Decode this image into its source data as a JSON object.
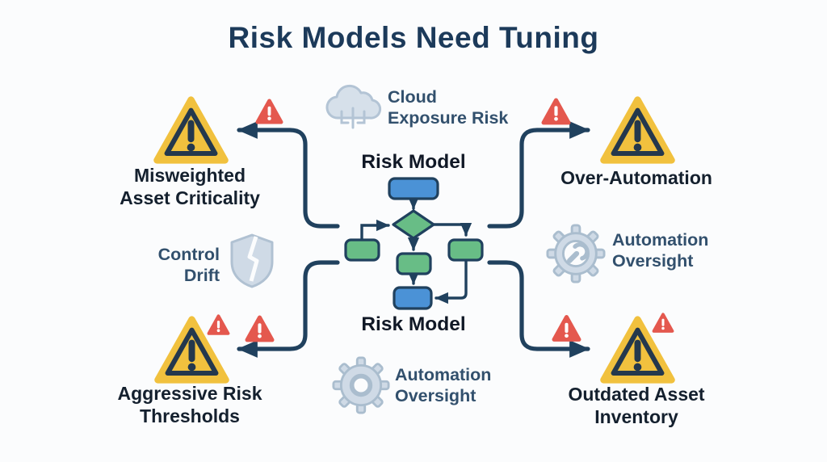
{
  "title": "Risk Models Need Tuning",
  "flowchart": {
    "top_label": "Risk Model",
    "bottom_label": "Risk Model"
  },
  "risks": {
    "top_left": "Misweighted\nAsset Criticality",
    "top_right": "Over-Automation",
    "bottom_left": "Aggressive Risk\nThresholds",
    "bottom_right": "Outdated Asset\nInventory"
  },
  "annotations": {
    "cloud": "Cloud\nExposure Risk",
    "control_drift": "Control\nDrift",
    "automation_oversight_right": "Automation\nOversight",
    "automation_oversight_bottom": "Automation\nOversight"
  },
  "colors": {
    "background": "#fbfcfd",
    "title": "#1c3a5a",
    "connector": "#20415e",
    "node_blue": "#4b92d6",
    "node_green": "#68bd86",
    "warning_yellow": "#f1c13e",
    "warning_border": "#24384d",
    "alert_red": "#e4584e",
    "icon_fill": "#cfdae6",
    "icon_stroke": "#aec0d1",
    "risk_text": "#14202e",
    "note_text": "#32506d"
  }
}
